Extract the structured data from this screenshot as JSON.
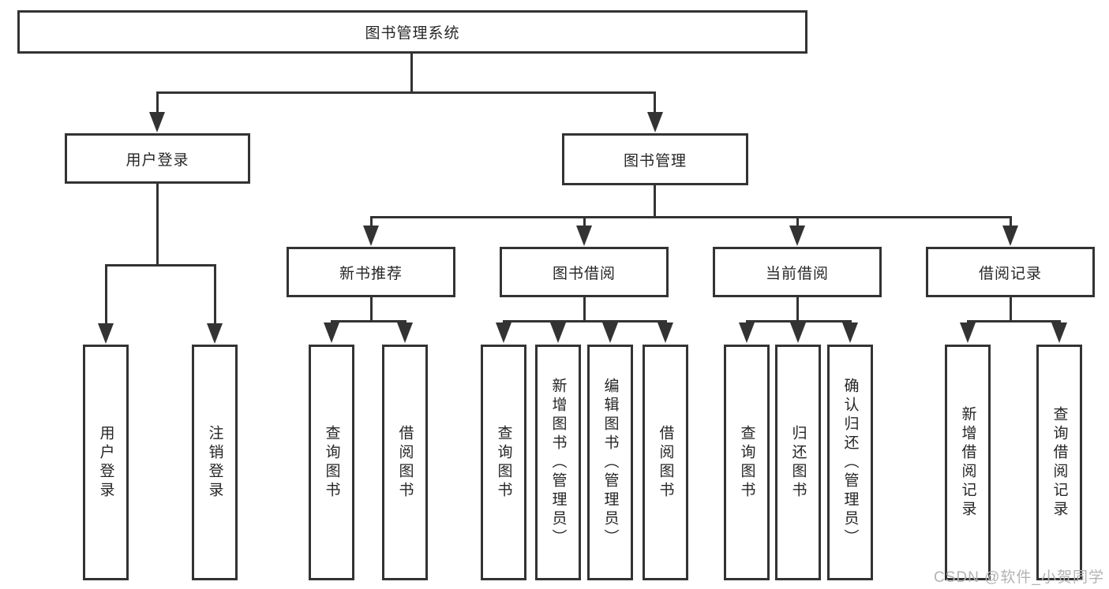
{
  "root": {
    "label": "图书管理系统"
  },
  "branches": [
    {
      "id": "user-login",
      "label": "用户登录"
    },
    {
      "id": "book-management",
      "label": "图书管理"
    }
  ],
  "sections": [
    {
      "id": "new-book-recommend",
      "label": "新书推荐"
    },
    {
      "id": "book-borrowing",
      "label": "图书借阅"
    },
    {
      "id": "current-borrowing",
      "label": "当前借阅"
    },
    {
      "id": "borrowing-records",
      "label": "借阅记录"
    }
  ],
  "leaves": [
    {
      "id": "user-login-leaf",
      "parent": "user-login",
      "label": "用户登录"
    },
    {
      "id": "logout",
      "parent": "user-login",
      "label": "注销登录"
    },
    {
      "id": "nb-query-book",
      "parent": "new-book-recommend",
      "label": "查询图书"
    },
    {
      "id": "nb-borrow-book",
      "parent": "new-book-recommend",
      "label": "借阅图书"
    },
    {
      "id": "bb-query-book",
      "parent": "book-borrowing",
      "label": "查询图书"
    },
    {
      "id": "bb-add-book-admin",
      "parent": "book-borrowing",
      "label": "新增图书（管理员）"
    },
    {
      "id": "bb-edit-book-admin",
      "parent": "book-borrowing",
      "label": "编辑图书（管理员）"
    },
    {
      "id": "bb-borrow-book",
      "parent": "book-borrowing",
      "label": "借阅图书"
    },
    {
      "id": "cb-query-book",
      "parent": "current-borrowing",
      "label": "查询图书"
    },
    {
      "id": "cb-return-book",
      "parent": "current-borrowing",
      "label": "归还图书"
    },
    {
      "id": "cb-confirm-return",
      "parent": "current-borrowing",
      "label": "确认归还（管理员）"
    },
    {
      "id": "br-add-record",
      "parent": "borrowing-records",
      "label": "新增借阅记录"
    },
    {
      "id": "br-query-record",
      "parent": "borrowing-records",
      "label": "查询借阅记录"
    }
  ],
  "watermark": "CSDN @软件_小贺同学",
  "colors": {
    "line": "#333333",
    "text": "#262626",
    "watermark": "#b3b3b3",
    "background": "#ffffff"
  }
}
